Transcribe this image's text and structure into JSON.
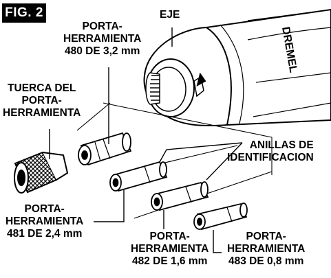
{
  "figure": {
    "tag": "FIG. 2",
    "brand": "DREMEL"
  },
  "labels": {
    "eje": "EJE",
    "collet_480": [
      "PORTA-",
      "HERRAMIENTA",
      "480 DE 3,2 mm"
    ],
    "collet_nut": [
      "TUERCA DEL",
      "PORTA-",
      "HERRAMIENTA"
    ],
    "id_rings": [
      "ANILLAS DE",
      "IDENTIFICACION"
    ],
    "collet_481": [
      "PORTA-",
      "HERRAMIENTA",
      "481 DE  2,4 mm"
    ],
    "collet_482": [
      "PORTA-",
      "HERRAMIENTA",
      "482 DE 1,6 mm"
    ],
    "collet_483": [
      "PORTA-",
      "HERRAMIENTA",
      "483 DE 0,8 mm"
    ]
  }
}
